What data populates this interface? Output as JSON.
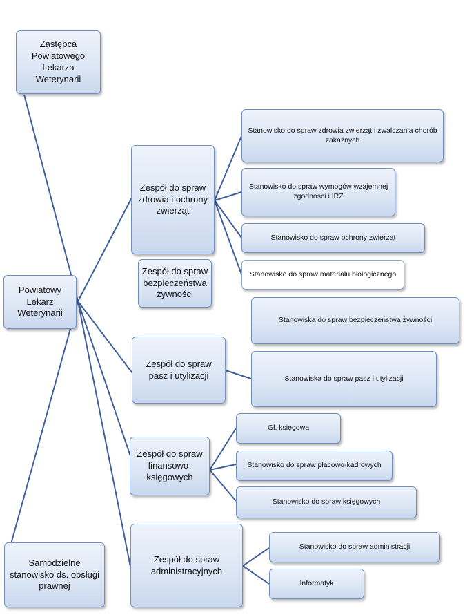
{
  "nodes": {
    "deputy": "Zastępca Powiatowego Lekarza Weterynarii",
    "head": "Powiatowy Lekarz Weterynarii",
    "legal": "Samodzielne stanowisko ds. obsługi prawnej",
    "team_animal": "Zespół do spraw zdrowia i  ochrony zwierząt",
    "team_food": "Zespół do spraw bezpieczeństwa żywności",
    "team_feed": "Zespół do spraw pasz i utylizacji",
    "team_fin": "Zespół do spraw finansowo-księgowych",
    "team_admin": "Zespół do spraw administracyjnych",
    "pos_animal_health": "Stanowisko do spraw zdrowia zwierząt  i zwalczania chorób zakaźnych",
    "pos_irz": "Stanowisko do spraw wymogów wzajemnej  zgodności i IRZ",
    "pos_protection": "Stanowisko do spraw ochrony zwierząt",
    "pos_biomaterial": "Stanowisko  do spraw materiału biologicznego",
    "pos_food": "Stanowiska do spraw bezpieczeństwa  żywności",
    "pos_feed": "Stanowiska do spraw  pasz i utylizacji",
    "pos_accountant": "Gł. księgowa",
    "pos_payroll": "Stanowisko do spraw płacowo-kadrowych",
    "pos_accounting": "Stanowisko do spraw księgowych",
    "pos_admin": "Stanowisko do spraw administracji",
    "pos_it": "Informatyk"
  }
}
